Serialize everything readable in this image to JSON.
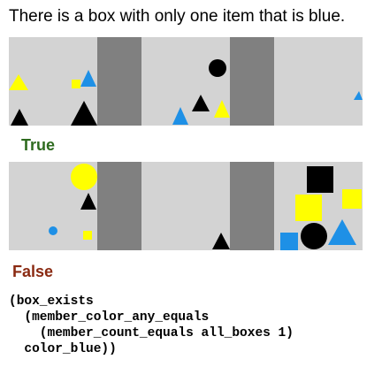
{
  "statement": "There is a box with only one item that is blue.",
  "colors": {
    "box_bg": "#d3d3d3",
    "separator": "#808080",
    "blue": "#1e90e6",
    "yellow": "#ffff00",
    "black": "#000000"
  },
  "panels": [
    {
      "verdict": "True",
      "verdict_color": "#2e6b1f",
      "boxes": [
        {
          "items": [
            {
              "shape": "triangle",
              "color": "yellow",
              "size": "small"
            },
            {
              "shape": "square",
              "color": "yellow",
              "size": "small"
            },
            {
              "shape": "triangle",
              "color": "blue",
              "size": "small"
            },
            {
              "shape": "triangle",
              "color": "black",
              "size": "small"
            },
            {
              "shape": "triangle",
              "color": "black",
              "size": "medium"
            }
          ]
        },
        {
          "items": [
            {
              "shape": "circle",
              "color": "black",
              "size": "small"
            },
            {
              "shape": "triangle",
              "color": "black",
              "size": "small"
            },
            {
              "shape": "triangle",
              "color": "yellow",
              "size": "small"
            },
            {
              "shape": "triangle",
              "color": "blue",
              "size": "small"
            }
          ]
        },
        {
          "items": [
            {
              "shape": "triangle",
              "color": "blue",
              "size": "tiny"
            }
          ]
        }
      ]
    },
    {
      "verdict": "False",
      "verdict_color": "#8a2a12",
      "boxes": [
        {
          "items": [
            {
              "shape": "circle",
              "color": "yellow",
              "size": "medium"
            },
            {
              "shape": "triangle",
              "color": "black",
              "size": "small"
            },
            {
              "shape": "circle",
              "color": "blue",
              "size": "tiny"
            },
            {
              "shape": "square",
              "color": "yellow",
              "size": "tiny"
            }
          ]
        },
        {
          "items": [
            {
              "shape": "triangle",
              "color": "black",
              "size": "small"
            }
          ]
        },
        {
          "items": [
            {
              "shape": "square",
              "color": "black",
              "size": "medium"
            },
            {
              "shape": "square",
              "color": "yellow",
              "size": "medium"
            },
            {
              "shape": "square",
              "color": "yellow",
              "size": "small"
            },
            {
              "shape": "square",
              "color": "blue",
              "size": "small"
            },
            {
              "shape": "circle",
              "color": "black",
              "size": "medium"
            },
            {
              "shape": "triangle",
              "color": "blue",
              "size": "medium"
            }
          ]
        }
      ]
    }
  ],
  "program": "(box_exists\n  (member_color_any_equals\n    (member_count_equals all_boxes 1)\n  color_blue))"
}
